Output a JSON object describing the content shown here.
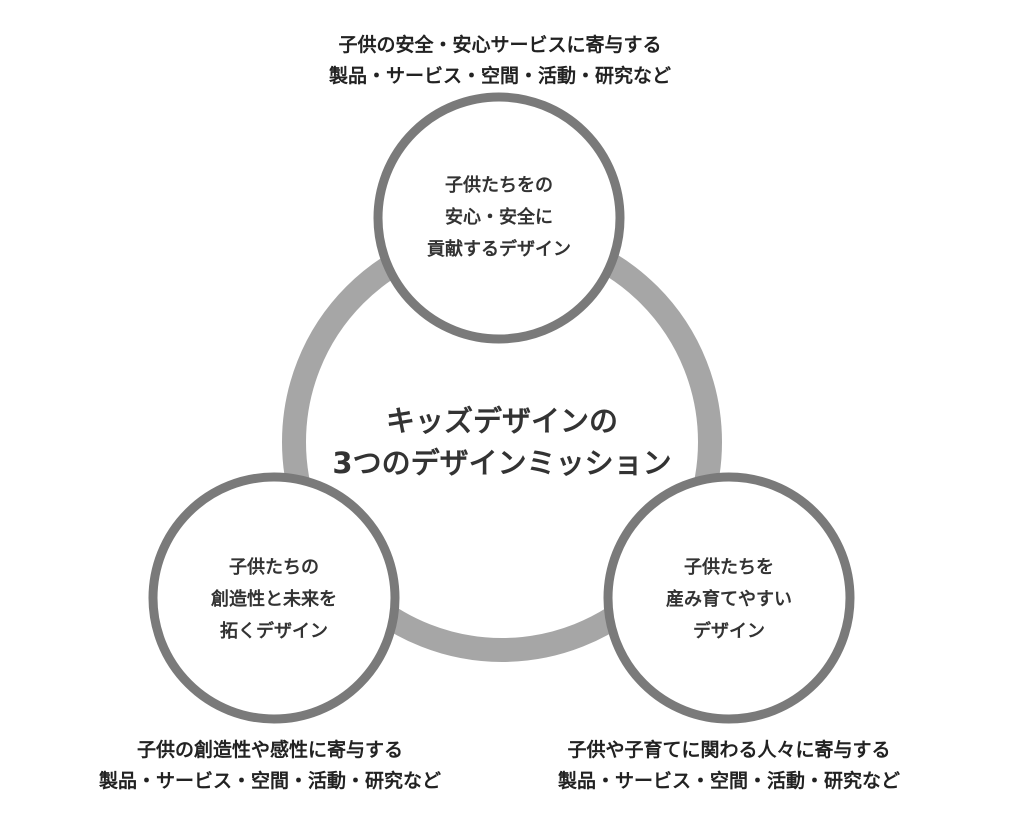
{
  "diagram": {
    "center_title": {
      "line1": "キッズデザインの",
      "line2": "3つのデザインミッション"
    },
    "missions": [
      {
        "id": "top",
        "circle_lines": [
          "子供たちをの",
          "安心・安全に",
          "貢献するデザイン"
        ],
        "caption_lines": [
          "子供の安全・安心サービスに寄与する",
          "製品・サービス・空間・活動・研究など"
        ]
      },
      {
        "id": "bottom-left",
        "circle_lines": [
          "子供たちの",
          "創造性と未来を",
          "拓くデザイン"
        ],
        "caption_lines": [
          "子供の創造性や感性に寄与する",
          "製品・サービス・空間・活動・研究など"
        ]
      },
      {
        "id": "bottom-right",
        "circle_lines": [
          "子供たちを",
          "産み育てやすい",
          "デザイン"
        ],
        "caption_lines": [
          "子供や子育てに関わる人々に寄与する",
          "製品・サービス・空間・活動・研究など"
        ]
      }
    ],
    "colors": {
      "ring": "#a6a6a6",
      "circle_outline": "#7a7a7a",
      "text": "#333333"
    }
  }
}
